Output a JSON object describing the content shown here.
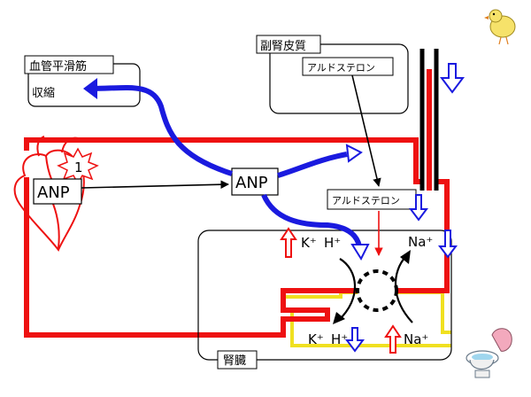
{
  "vascular": {
    "title": "血管平滑筋",
    "effect": "収縮"
  },
  "adrenal": {
    "title": "副腎皮質",
    "hormone": "アルドステロン"
  },
  "heart": {
    "hormone": "ANP",
    "step": "1"
  },
  "center": {
    "hormone": "ANP"
  },
  "kidney": {
    "title": "腎臓",
    "aldosterone": "アルドステロン",
    "ions": {
      "k_top": "K⁺",
      "h_top": "H⁺",
      "na_top": "Na⁺",
      "k_bottom": "K⁺",
      "h_bottom": "H⁺",
      "na_bottom": "Na⁺"
    }
  },
  "colors": {
    "vessel": "#ee1111",
    "anp_path": "#1a1adf",
    "down_arrow": "#1a1adf",
    "up_arrow": "#ee1111",
    "tubule": "#f0e020",
    "heart": "#ee1111",
    "sun": "#ee1111"
  },
  "icons": {
    "heart": "heart-icon",
    "sun": "burst-icon",
    "chick": "chick-icon",
    "toilet": "toilet-icon"
  }
}
